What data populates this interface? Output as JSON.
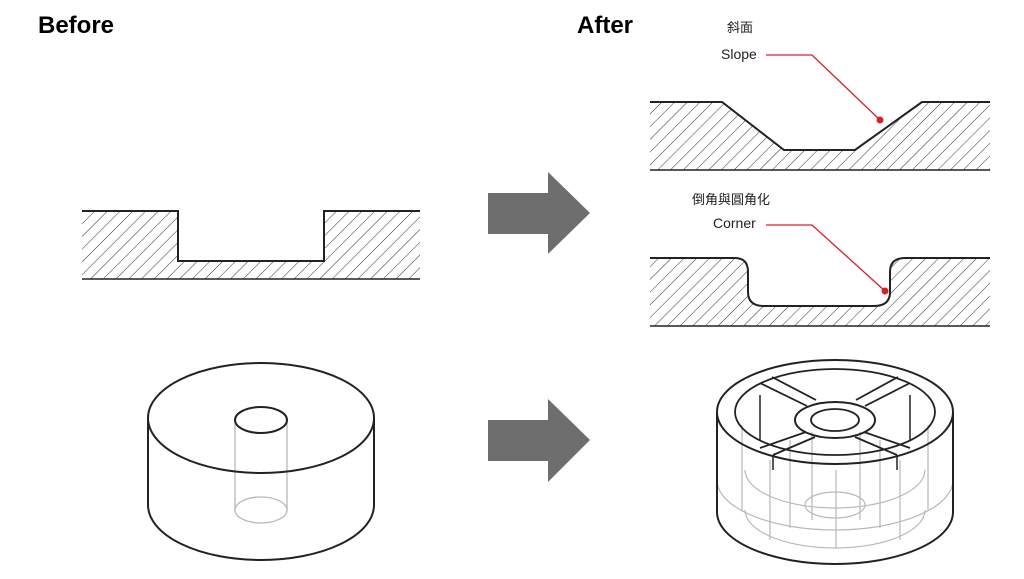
{
  "headings": {
    "before": "Before",
    "after": "After"
  },
  "labels": {
    "slope_cn": "斜面",
    "slope": "Slope",
    "corner_cn": "倒角與圓角化",
    "corner": "Corner"
  },
  "colors": {
    "outline": "#222222",
    "hatch": "#333333",
    "arrow": "#6e6e6e",
    "leader": "#d6202a",
    "hidden": "#b8b8b8"
  }
}
